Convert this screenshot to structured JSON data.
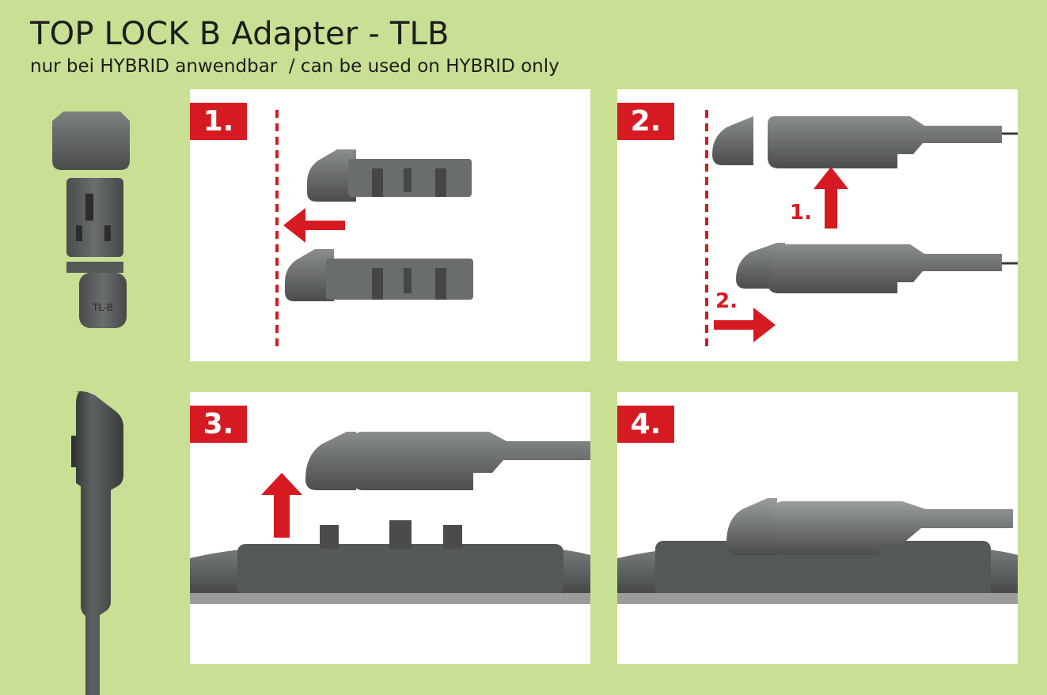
{
  "header": {
    "title": "TOP LOCK B Adapter - TLB",
    "subtitle": "nur bei HYBRID anwendbar  / can be used on HYBRID only"
  },
  "adapter": {
    "label": "TL-B"
  },
  "steps": [
    {
      "number": "1."
    },
    {
      "number": "2.",
      "sub_steps": [
        "1.",
        "2."
      ]
    },
    {
      "number": "3."
    },
    {
      "number": "4."
    }
  ],
  "colors": {
    "background": "#c9df94",
    "accent_red": "#d61a21",
    "panel": "#ffffff",
    "plastic": "#5e6060"
  }
}
